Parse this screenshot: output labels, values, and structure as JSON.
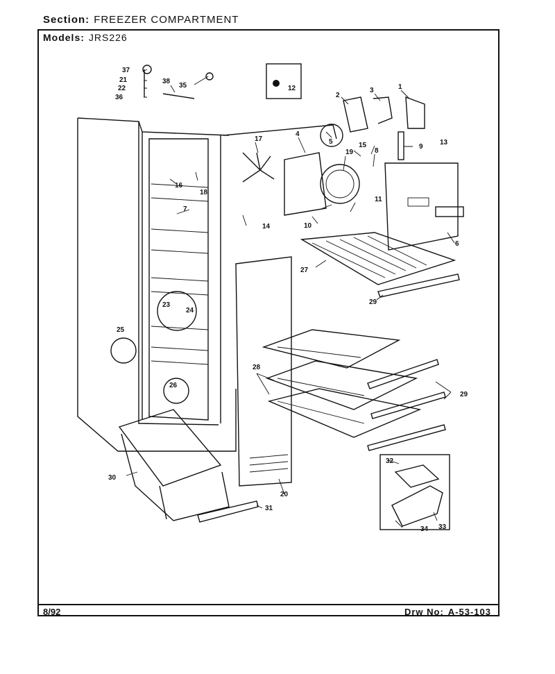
{
  "header": {
    "section_label": "Section:",
    "section_value": "FREEZER COMPARTMENT",
    "models_label": "Models:",
    "models_value": "JRS226"
  },
  "footer": {
    "date": "8/92",
    "drawing_label": "Drw No:",
    "drawing_value": "A-53-103"
  },
  "callouts": {
    "c1": "1",
    "c2": "2",
    "c3": "3",
    "c4": "4",
    "c5": "5",
    "c6": "6",
    "c7": "7",
    "c8": "8",
    "c9": "9",
    "c10": "10",
    "c11": "11",
    "c12": "12",
    "c13": "13",
    "c14": "14",
    "c15": "15",
    "c16": "16",
    "c17": "17",
    "c18": "18",
    "c19": "19",
    "c20": "20",
    "c21": "21",
    "c22": "22",
    "c23": "23",
    "c24": "24",
    "c25": "25",
    "c26": "26",
    "c27": "27",
    "c28": "28",
    "c29a": "29",
    "c29b": "29",
    "c30": "30",
    "c31": "31",
    "c32": "32",
    "c33": "33",
    "c34": "34",
    "c35": "35",
    "c36": "36",
    "c37": "37",
    "c38": "38"
  }
}
